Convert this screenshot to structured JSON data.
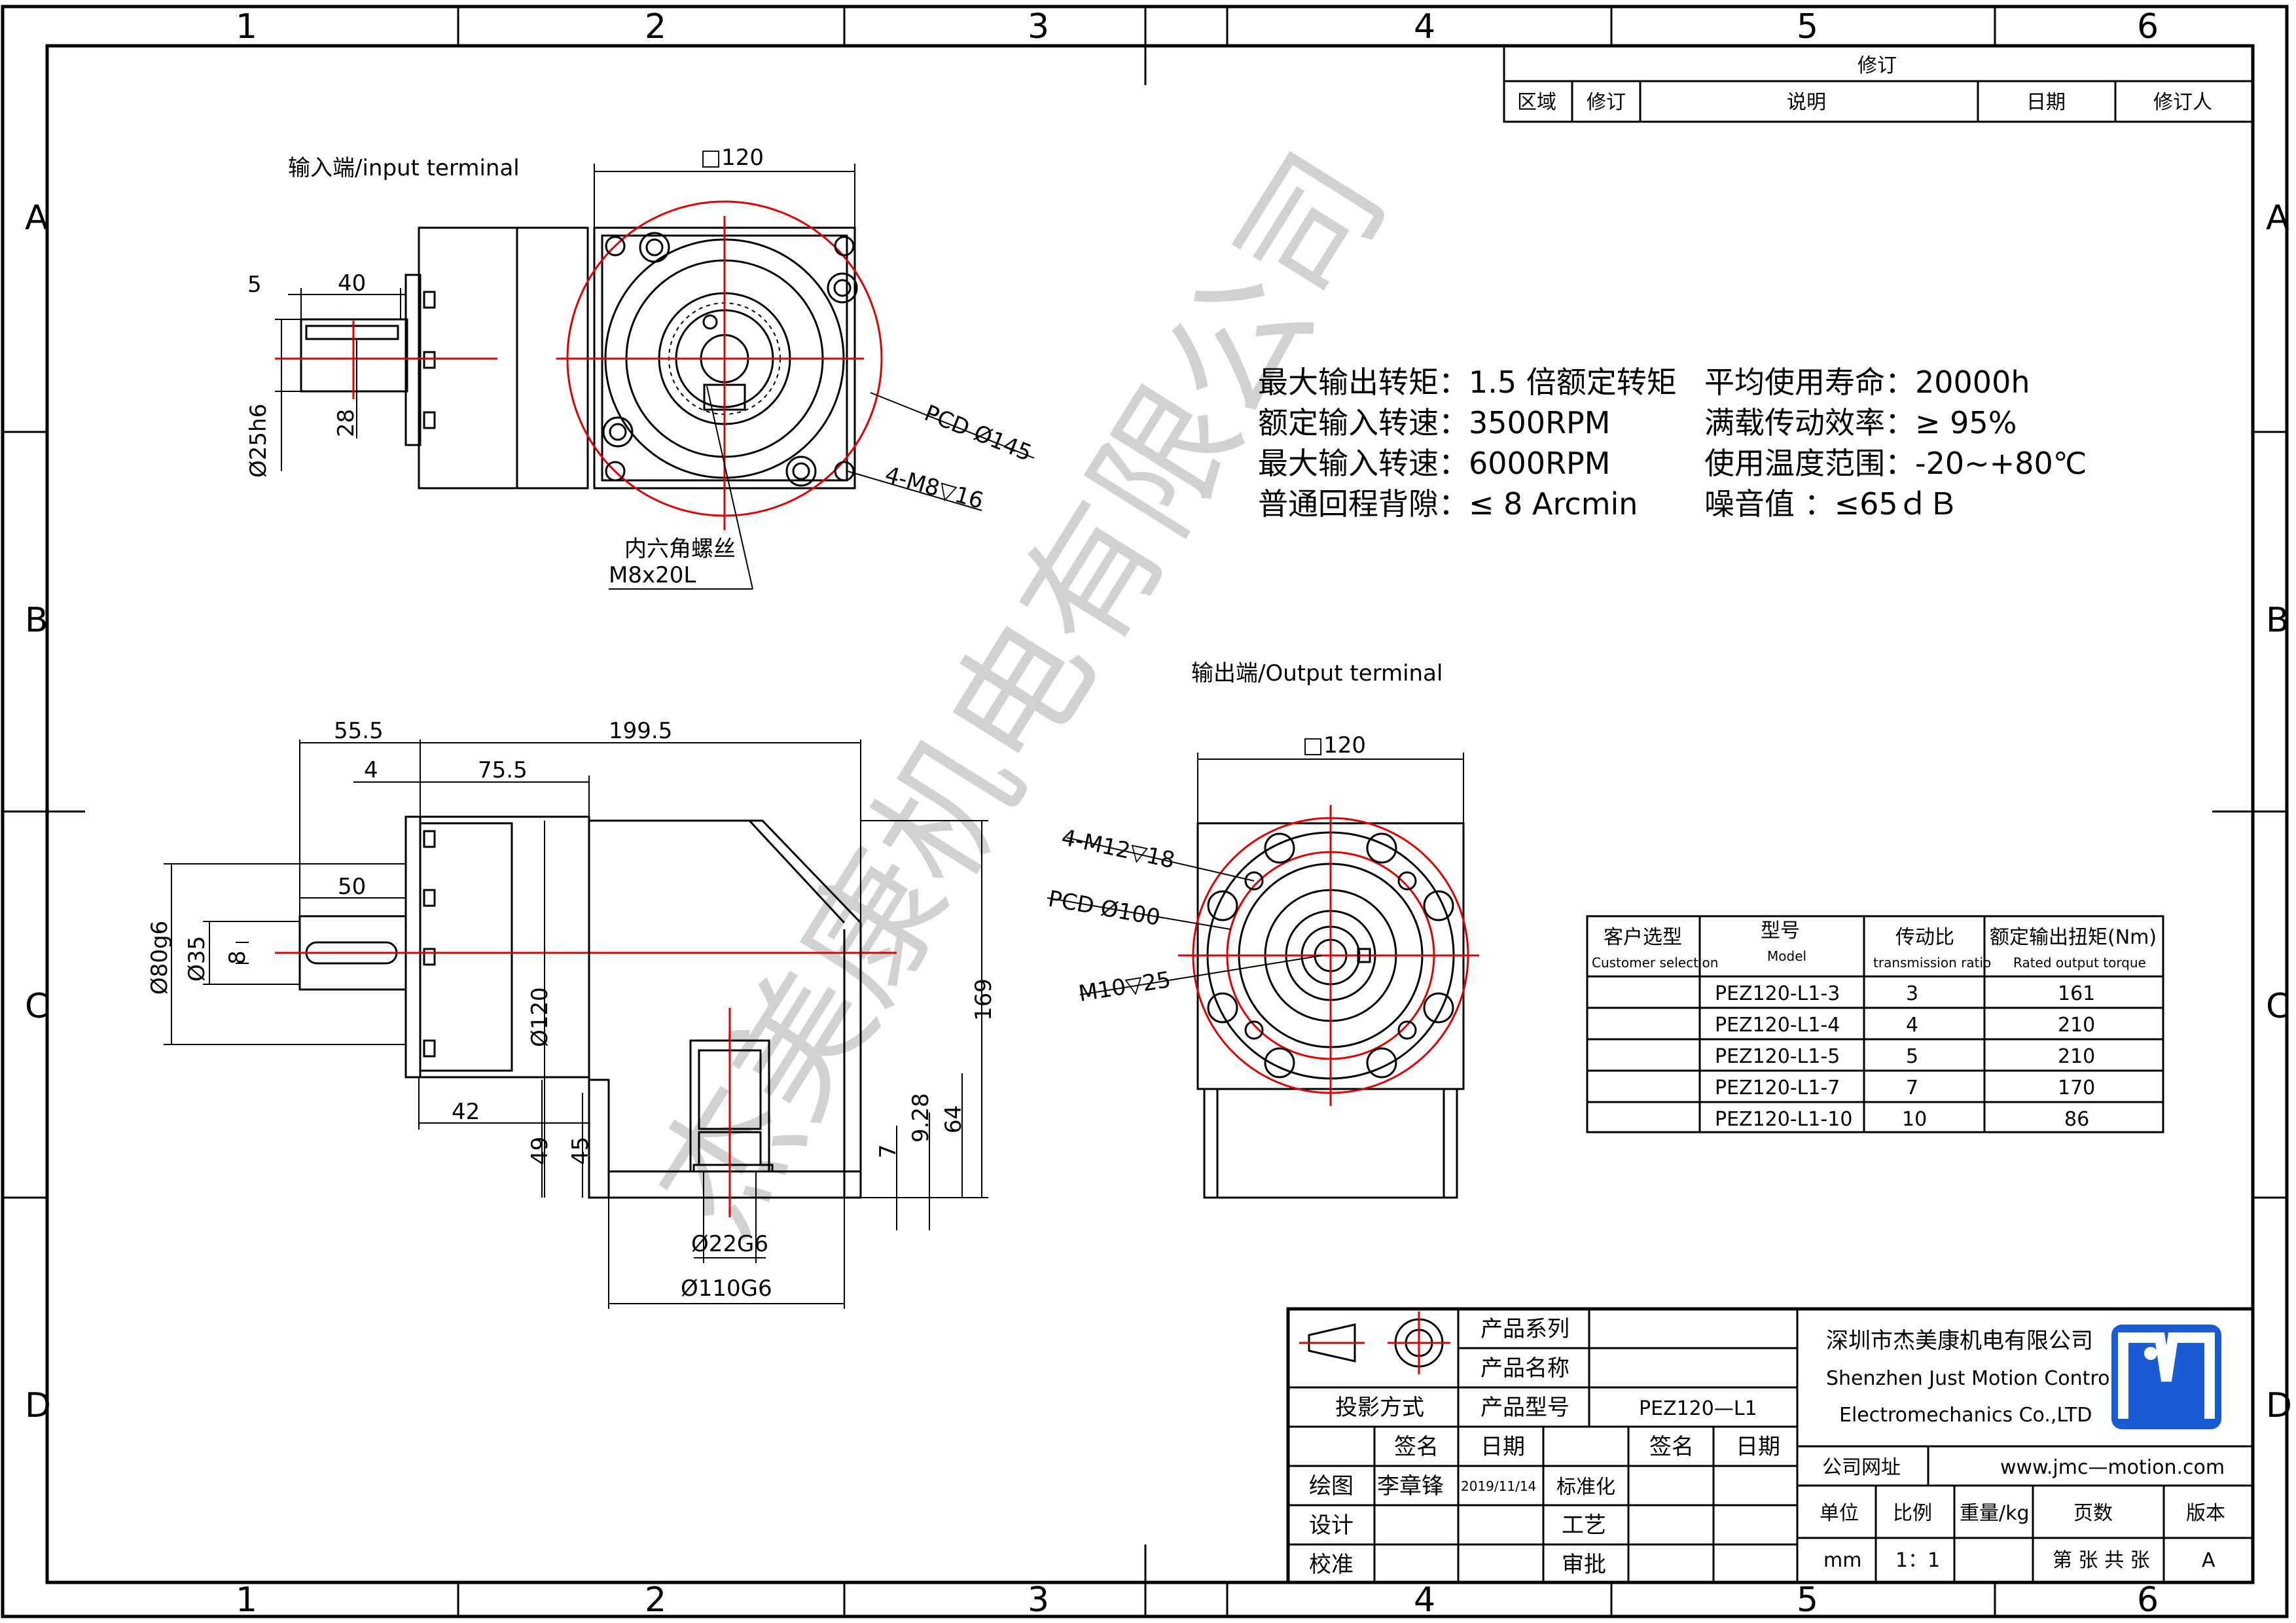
{
  "frame": {
    "columns": [
      "1",
      "2",
      "3",
      "4",
      "5",
      "6"
    ],
    "rows": [
      "A",
      "B",
      "C",
      "D"
    ]
  },
  "revision_block": {
    "title": "修订",
    "headers": [
      "区域",
      "修订",
      "说明",
      "日期",
      "修订人"
    ]
  },
  "views": {
    "input_label": "输入端/input terminal",
    "output_label": "输出端/Output terminal",
    "screw_note": [
      "内六角螺丝",
      "M8x20L"
    ]
  },
  "dimensions": {
    "square_input": "□120",
    "square_output": "□120",
    "d5": "5",
    "d40": "40",
    "shaft_in": "Ø25h6",
    "d28": "28",
    "pcd_in": "PCD Ø145",
    "holes_in": "4-M8▽16",
    "d55_5": "55.5",
    "d199_5": "199.5",
    "d4": "4",
    "d75_5": "75.5",
    "d50": "50",
    "d80": "Ø80g6",
    "d35": "Ø35",
    "d8": "8",
    "d120": "Ø120",
    "d169": "169",
    "d42": "42",
    "d49": "49",
    "d45": "45",
    "d7": "7",
    "d9_28": "9.28",
    "d64": "64",
    "d22": "Ø22G6",
    "d110": "Ø110G6",
    "holes_out": "4-M12▽18",
    "pcd_out": "PCD Ø100",
    "center_thread": "M10▽25"
  },
  "specs": [
    [
      "最大输出转矩：1.5 倍额定转矩",
      "平均使用寿命：20000h"
    ],
    [
      "额定输入转速：3500RPM",
      "满载传动效率：≥    95%"
    ],
    [
      "最大输入转速：6000RPM",
      "使用温度范围：-20~+80℃"
    ],
    [
      "普通回程背隙：≤ 8 Arcmin",
      "噪音值         ：≤65ｄＢ"
    ]
  ],
  "model_table": {
    "headers": [
      {
        "cn": "客户选型",
        "en": "Customer selection"
      },
      {
        "cn": "型号",
        "en": "Model"
      },
      {
        "cn": "传动比",
        "en": "transmission ratio"
      },
      {
        "cn": "额定输出扭矩(Nm)",
        "en": "Rated output torque"
      }
    ],
    "rows": [
      [
        "",
        "PEZ120-L1-3",
        "3",
        "161"
      ],
      [
        "",
        "PEZ120-L1-4",
        "4",
        "210"
      ],
      [
        "",
        "PEZ120-L1-5",
        "5",
        "210"
      ],
      [
        "",
        "PEZ120-L1-7",
        "7",
        "170"
      ],
      [
        "",
        "PEZ120-L1-10",
        "10",
        "86"
      ]
    ]
  },
  "title_block": {
    "projection": "投影方式",
    "product_series": "产品系列",
    "product_name": "产品名称",
    "product_model": "产品型号",
    "model_value": "PEZ120—L1",
    "sign": "签名",
    "date": "日期",
    "drawn": "绘图",
    "drawer": "李章锋",
    "drawn_date": "2019/11/14",
    "standard": "标准化",
    "design": "设计",
    "process": "工艺",
    "check": "校准",
    "approve": "审批",
    "company_cn": "深圳市杰美康机电有限公司",
    "company_en1": "Shenzhen Just Motion Control",
    "company_en2": "Electromechanics Co.,LTD",
    "website_label": "公司网址",
    "website": "www.jmc—motion.com",
    "unit": "单位",
    "scale": "比例",
    "weight": "重量/kg",
    "pages": "页数",
    "version": "版本",
    "unit_val": "mm",
    "scale_val": "1：1",
    "pages_val": "第 张 共 张",
    "version_val": "A"
  },
  "watermark": "杰美康机电有限公司",
  "colors": {
    "line": "#000000",
    "center": "#e00000",
    "logo": "#1a5bd6"
  }
}
